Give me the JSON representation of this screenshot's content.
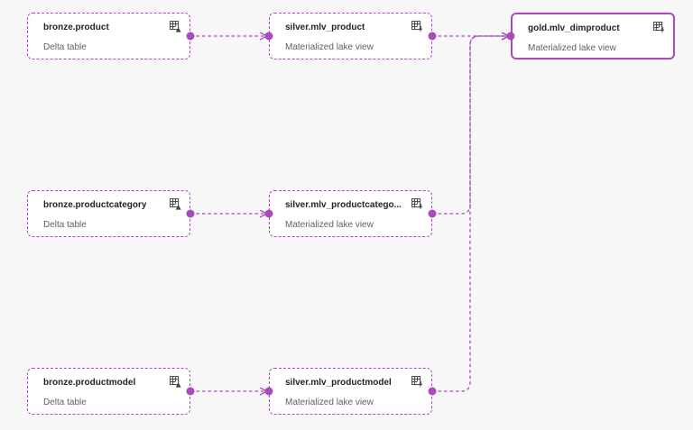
{
  "colors": {
    "accent": "#a94bbd",
    "background": "#f7f7f7",
    "card": "#ffffff"
  },
  "nodes": [
    {
      "id": "bronze-product",
      "title": "bronze.product",
      "subtitle": "Delta table",
      "icon": "table-upload-icon",
      "selected": false
    },
    {
      "id": "silver-mlv-product",
      "title": "silver.mlv_product",
      "subtitle": "Materialized lake view",
      "icon": "table-lightning-icon",
      "selected": false
    },
    {
      "id": "gold-mlv-dimproduct",
      "title": "gold.mlv_dimproduct",
      "subtitle": "Materialized lake view",
      "icon": "table-lightning-icon",
      "selected": true
    },
    {
      "id": "bronze-productcategory",
      "title": "bronze.productcategory",
      "subtitle": "Delta table",
      "icon": "table-upload-icon",
      "selected": false
    },
    {
      "id": "silver-mlv-productcategory",
      "title": "silver.mlv_productcatego...",
      "subtitle": "Materialized lake view",
      "icon": "table-lightning-icon",
      "selected": false
    },
    {
      "id": "bronze-productmodel",
      "title": "bronze.productmodel",
      "subtitle": "Delta table",
      "icon": "table-upload-icon",
      "selected": false
    },
    {
      "id": "silver-mlv-productmodel",
      "title": "silver.mlv_productmodel",
      "subtitle": "Materialized lake view",
      "icon": "table-lightning-icon",
      "selected": false
    }
  ],
  "edges": [
    {
      "from": "bronze-product",
      "to": "silver-mlv-product"
    },
    {
      "from": "bronze-productcategory",
      "to": "silver-mlv-productcategory"
    },
    {
      "from": "bronze-productmodel",
      "to": "silver-mlv-productmodel"
    },
    {
      "from": "silver-mlv-product",
      "to": "gold-mlv-dimproduct"
    },
    {
      "from": "silver-mlv-productcategory",
      "to": "gold-mlv-dimproduct"
    },
    {
      "from": "silver-mlv-productmodel",
      "to": "gold-mlv-dimproduct"
    }
  ]
}
